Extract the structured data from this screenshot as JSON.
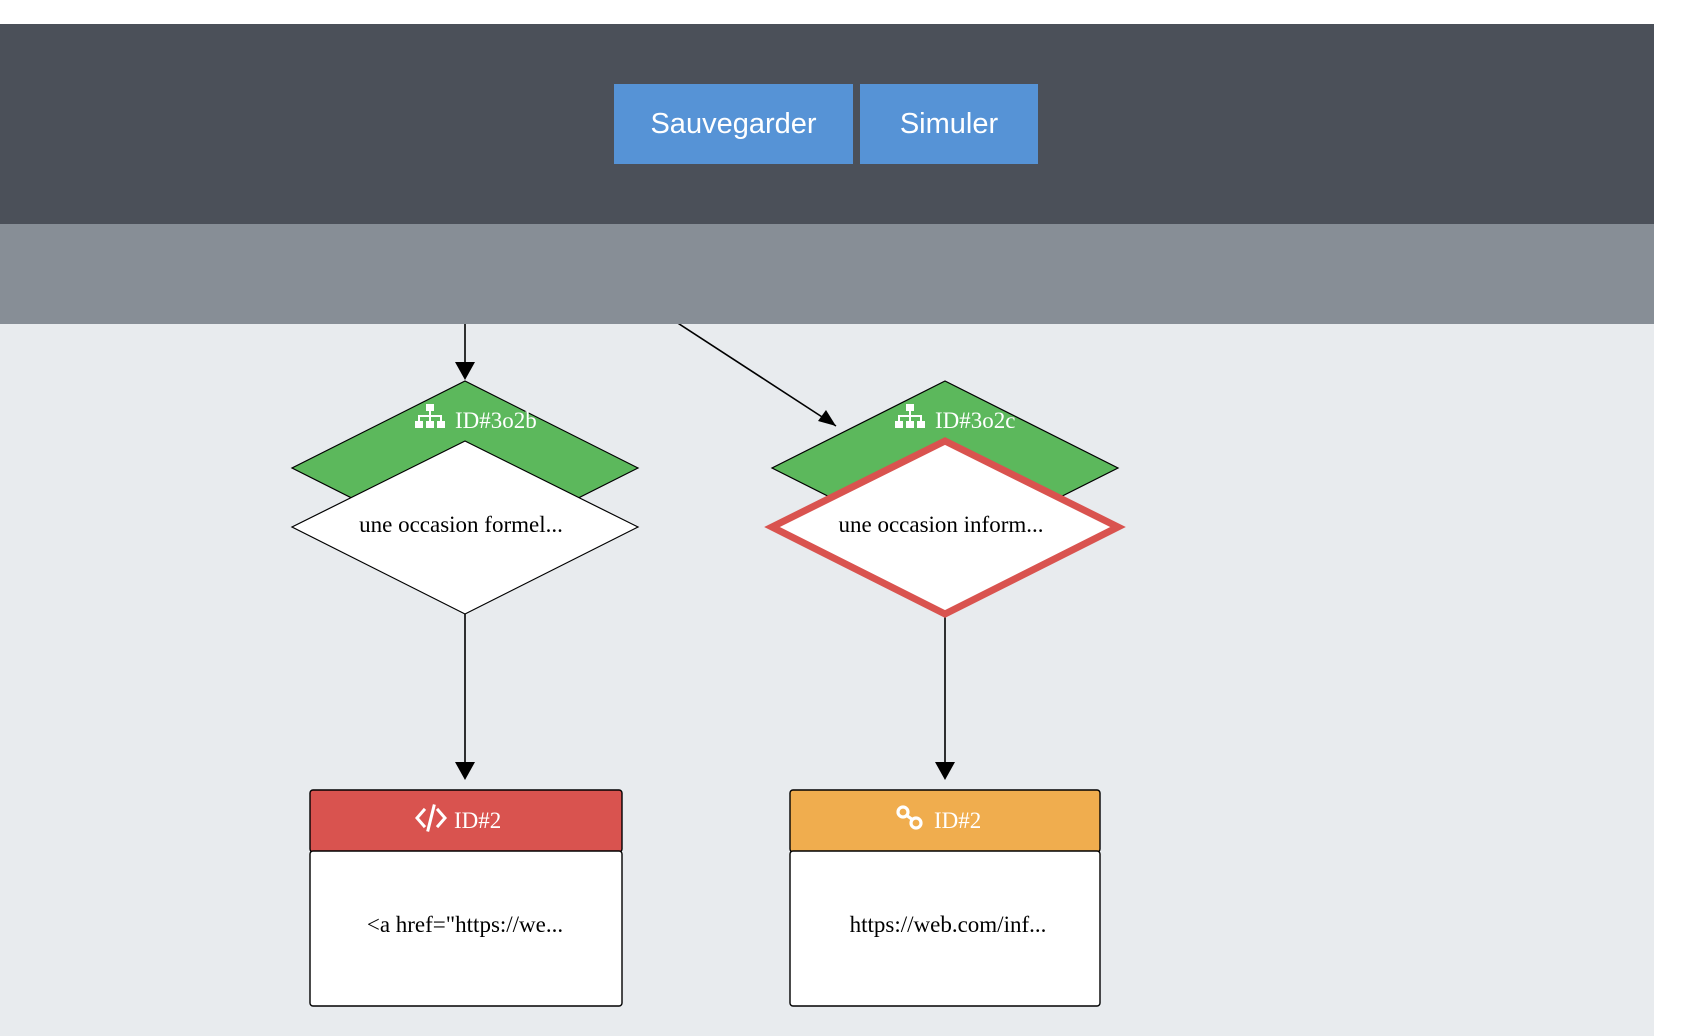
{
  "toolbar": {
    "save_label": "Sauvegarder",
    "simulate_label": "Simuler"
  },
  "nodes": {
    "condition_left": {
      "id_label": "ID#3o2b",
      "text": "une occasion formel...",
      "icon": "sitemap-icon",
      "header_color": "#5cb85c"
    },
    "condition_right": {
      "id_label": "ID#3o2c",
      "text": "une occasion inform...",
      "icon": "sitemap-icon",
      "header_color": "#5cb85c",
      "selected": true,
      "selected_color": "#d9534f"
    },
    "action_left": {
      "id_label": "ID#2",
      "text": "<a href=\"https://we...",
      "icon": "code-icon",
      "header_color": "#d9534f"
    },
    "action_right": {
      "id_label": "ID#2",
      "text": "https://web.com/inf...",
      "icon": "link-icon",
      "header_color": "#f0ad4e"
    }
  }
}
